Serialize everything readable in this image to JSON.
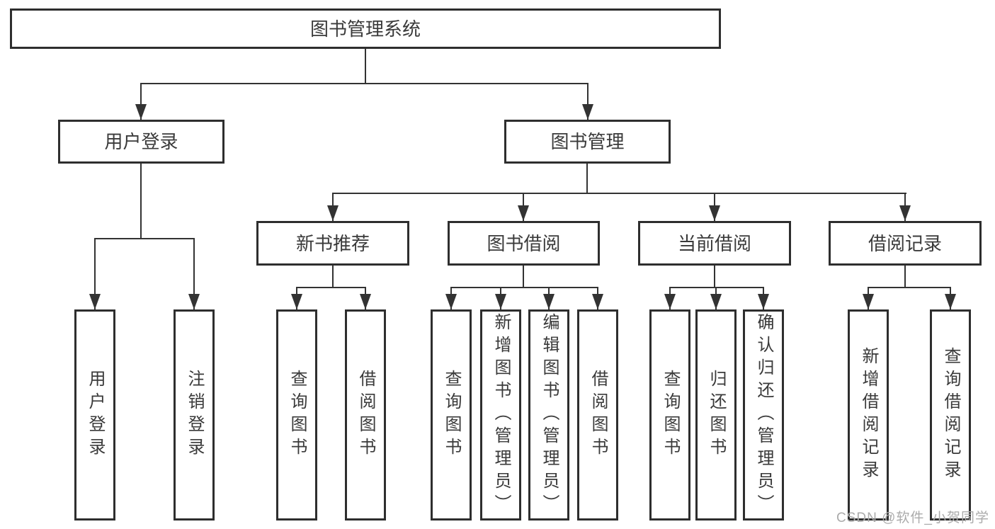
{
  "diagram": {
    "nodes": {
      "root": {
        "label": "图书管理系统"
      },
      "user_login": {
        "label": "用户登录"
      },
      "book_mgmt": {
        "label": "图书管理"
      },
      "new_book_rec": {
        "label": "新书推荐"
      },
      "book_borrow": {
        "label": "图书借阅"
      },
      "current_borrow": {
        "label": "当前借阅"
      },
      "borrow_record": {
        "label": "借阅记录"
      },
      "leaf_user_login": {
        "label": "用户登录"
      },
      "leaf_logout": {
        "label": "注销登录"
      },
      "leaf_query_book_a": {
        "label": "查询图书"
      },
      "leaf_borrow_book_a": {
        "label": "借阅图书"
      },
      "leaf_query_book_b": {
        "label": "查询图书"
      },
      "leaf_add_book": {
        "label": "新增图书（管理员）"
      },
      "leaf_edit_book": {
        "label": "编辑图书（管理员）"
      },
      "leaf_borrow_book_b": {
        "label": "借阅图书"
      },
      "leaf_query_book_c": {
        "label": "查询图书"
      },
      "leaf_return_book": {
        "label": "归还图书"
      },
      "leaf_confirm_return": {
        "label": "确认归还（管理员）"
      },
      "leaf_add_record": {
        "label": "新增借阅记录"
      },
      "leaf_query_record": {
        "label": "查询借阅记录"
      }
    },
    "hierarchy": {
      "图书管理系统": {
        "用户登录": [
          "用户登录",
          "注销登录"
        ],
        "图书管理": {
          "新书推荐": [
            "查询图书",
            "借阅图书"
          ],
          "图书借阅": [
            "查询图书",
            "新增图书（管理员）",
            "编辑图书（管理员）",
            "借阅图书"
          ],
          "当前借阅": [
            "查询图书",
            "归还图书",
            "确认归还（管理员）"
          ],
          "借阅记录": [
            "新增借阅记录",
            "查询借阅记录"
          ]
        }
      }
    },
    "colors": {
      "line": "#333333",
      "box_border": "#2e2e2e",
      "box_fill": "#ffffff",
      "text": "#3a3a3a",
      "watermark": "#ababab",
      "background": "#ffffff"
    },
    "watermark": "CSDN @软件_小贺同学"
  }
}
